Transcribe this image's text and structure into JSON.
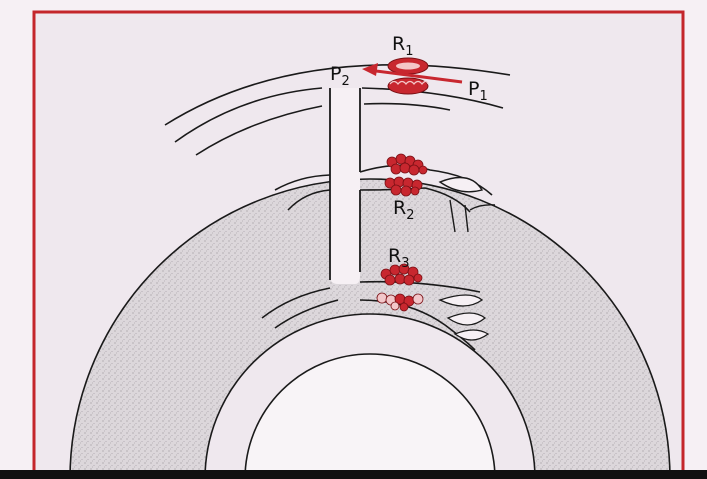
{
  "labels": {
    "r1_main": "R",
    "r1_sub": "1",
    "p2_main": "P",
    "p2_sub": "2",
    "p1_main": "P",
    "p1_sub": "1",
    "r2_main": "R",
    "r2_sub": "2",
    "r3_main": "R",
    "r3_sub": "3"
  },
  "colors": {
    "background": "#f3ecf1",
    "frame": "#c4262b",
    "ink": "#1a1a1a",
    "cortex": "#d9d4d8",
    "rbc": "#c8272f",
    "arrow": "#c8272f"
  }
}
